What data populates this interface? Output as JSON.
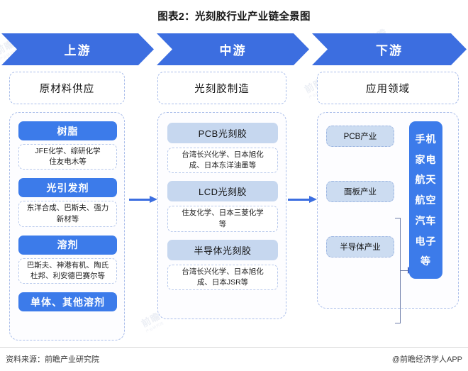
{
  "title": "图表2：光刻胶行业产业链全景图",
  "banner": {
    "stages": [
      {
        "label": "上游"
      },
      {
        "label": "中游"
      },
      {
        "label": "下游"
      }
    ]
  },
  "columns": {
    "upstream": {
      "header": "原材料供应",
      "groups": [
        {
          "name": "树脂",
          "companies": "JFE化学、综研化学\n住友电木等"
        },
        {
          "name": "光引发剂",
          "companies": "东洋合成、巴斯夫、强力\n新材等"
        },
        {
          "name": "溶剂",
          "companies": "巴斯夫、神港有机、陶氏\n杜邦、利安德巴赛尔等"
        },
        {
          "name": "单体、其他溶剂",
          "companies": ""
        }
      ]
    },
    "midstream": {
      "header": "光刻胶制造",
      "groups": [
        {
          "name": "PCB光刻胶",
          "companies": "台湾长兴化学、日本旭化\n成、日本东洋油墨等"
        },
        {
          "name": "LCD光刻胶",
          "companies": "住友化学、日本三菱化学\n等"
        },
        {
          "name": "半导体光刻胶",
          "companies": "台湾长兴化学、日本旭化\n成、日本JSR等"
        }
      ]
    },
    "downstream": {
      "header": "应用领域",
      "industries": [
        {
          "label": "PCB产业"
        },
        {
          "label": "面板产业"
        },
        {
          "label": "半导体产业"
        }
      ],
      "applications": [
        "手机",
        "家电",
        "航天",
        "航空",
        "汽车",
        "电子",
        "等"
      ]
    }
  },
  "footer": {
    "source": "资料来源：前瞻产业研究院",
    "brand": "@前瞻经济学人APP"
  },
  "watermark": {
    "main": "前瞻",
    "sub": "产业研究院"
  },
  "colors": {
    "banner_blue": "#3c6ee0",
    "pill_blue": "#3c7bea",
    "mid_pill": "#c6d7ef",
    "down_pill": "#ccdcf1",
    "dash_border": "#a9bdea"
  }
}
